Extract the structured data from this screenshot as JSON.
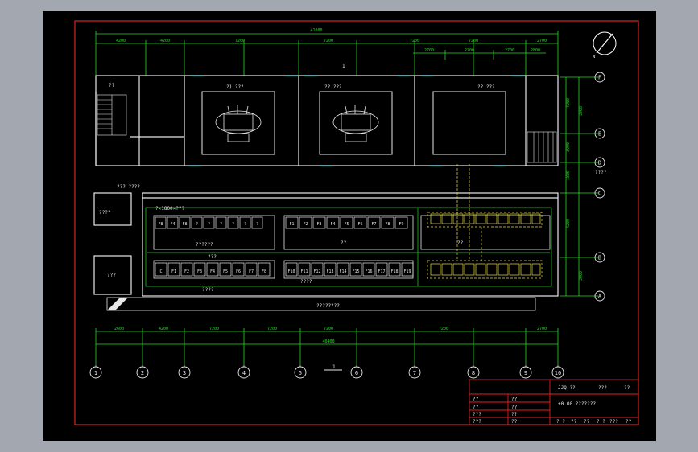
{
  "title_block": {
    "project": "JJQ ??",
    "name": "???",
    "sheet": "??",
    "elevation_note": "+0.00 ???????",
    "rows": [
      [
        "??",
        "??"
      ],
      [
        "??",
        "??"
      ],
      [
        "???",
        "??"
      ],
      [
        "???",
        "??"
      ]
    ],
    "bottom_cells": [
      "? ?",
      "??",
      "??",
      "? ?",
      "???",
      "??"
    ]
  },
  "dimensions": {
    "top_total": "41000",
    "top_segments": [
      "4200",
      "4200",
      "7200",
      "7200",
      "7200",
      "7200",
      "2700"
    ],
    "top_sub": [
      "2700",
      "2700",
      "2700",
      "2800"
    ],
    "bottom_total": "40400",
    "bottom_segments": [
      "2600",
      "4200",
      "7200",
      "7200",
      "7200",
      "7200",
      "2700"
    ],
    "right_segments": [
      "4200",
      "3900",
      "1800",
      "4200",
      "3900",
      "3000"
    ]
  },
  "grid_columns": [
    "1",
    "2",
    "3",
    "4",
    "5",
    "6",
    "7",
    "8",
    "9",
    "10"
  ],
  "grid_rows": [
    "F",
    "E",
    "D",
    "C",
    "B",
    "A"
  ],
  "labels": {
    "room_topleft": "??",
    "door_west": "??? ????",
    "room_west_mid": "????",
    "room_west_low": "???",
    "room_a": "?) ???",
    "room_b": "?? ???",
    "room_c": "?? ???",
    "hall_1": "??????",
    "hall_2": "??",
    "hall_3": "??",
    "hall_lower": "???",
    "corridor": "????",
    "corridor_east": "????",
    "section_mark_top": "1",
    "section_mark_bottom": "1",
    "south_label": "????",
    "bottom_strip": "????????",
    "north_label": "N",
    "cabinet_row_note": "?×1800×???"
  },
  "cabinets": {
    "row1_left": [
      "F8",
      "F4",
      "F8",
      "?",
      "?",
      "?",
      "?",
      "?",
      "?"
    ],
    "row1_mid": [
      "F1",
      "F2",
      "F3",
      "F4",
      "F5",
      "F6",
      "F7",
      "F8",
      "F9"
    ],
    "row2_left": [
      "C",
      "F1",
      "F2",
      "F3",
      "F4",
      "F5",
      "F6",
      "F7",
      "F8"
    ],
    "row2_mid": [
      "F10",
      "F11",
      "F12",
      "F13",
      "F14",
      "F15",
      "F16",
      "F17",
      "F18",
      "F19"
    ]
  }
}
